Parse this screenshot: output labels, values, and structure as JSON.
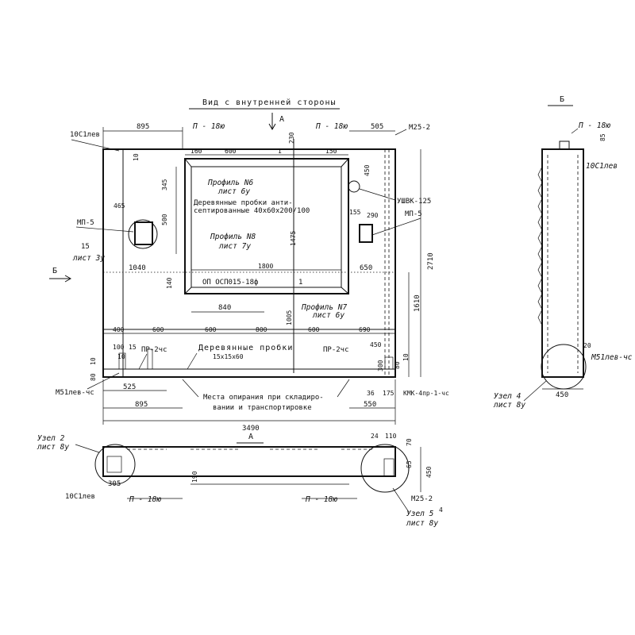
{
  "title": "Вид с внутренней стороны",
  "arrow_a": "А",
  "arrow_b": "Б",
  "view_b": "Б",
  "view_a": "А",
  "top_dims": [
    "895",
    "П - 18ю",
    "П - 18ю",
    "505",
    "М25-2"
  ],
  "left_labels": [
    "10С1лев",
    "МП-5",
    "15",
    "лист 3у",
    "465"
  ],
  "window_dims": [
    "160",
    "600",
    "1",
    "150",
    "230",
    "345",
    "500",
    "450",
    "155",
    "1475"
  ],
  "window_labels": [
    "Профиль N6",
    "лист 6у",
    "Деревянные пробки анти-",
    "септированные 40х60х200/100",
    "Профиль N8",
    "лист 7у",
    "ОП ОСП015-18ф",
    "Профиль N7",
    "лист 6у",
    "1"
  ],
  "window_bottom": [
    "1800",
    "840",
    "140",
    "1040",
    "650"
  ],
  "right_labels": [
    "УШВК-125",
    "МП-5",
    "290",
    "2710",
    "1610"
  ],
  "bottom_row": [
    "400",
    "600",
    "600",
    "800",
    "600",
    "690",
    "1005"
  ],
  "bottom_labels": [
    "ПР-2чс",
    "ПР-2чс",
    "Деревянные пробки",
    "15х15х60",
    "100",
    "15",
    "10",
    "10",
    "80",
    "450",
    "10",
    "300",
    "80"
  ],
  "base_labels": [
    "М51лев-чс",
    "525",
    "895",
    "36",
    "175",
    "КМК-4пр-1-чс",
    "550",
    "3490"
  ],
  "base_note": [
    "Места опирания при складиро-",
    "вании и транспортировке"
  ],
  "side_labels": [
    "П - 18ю",
    "85",
    "10С1лев",
    "20",
    "М51лев-чс",
    "Узел 4",
    "лист 8у",
    "450"
  ],
  "plan_labels": [
    "Узел 2",
    "лист 8у",
    "305",
    "10С1лев",
    "190",
    "П - 18ю",
    "П - 18ю",
    "24",
    "110",
    "70",
    "65",
    "450",
    "М25-2",
    "Узел 5",
    "лист 8у",
    "4"
  ]
}
